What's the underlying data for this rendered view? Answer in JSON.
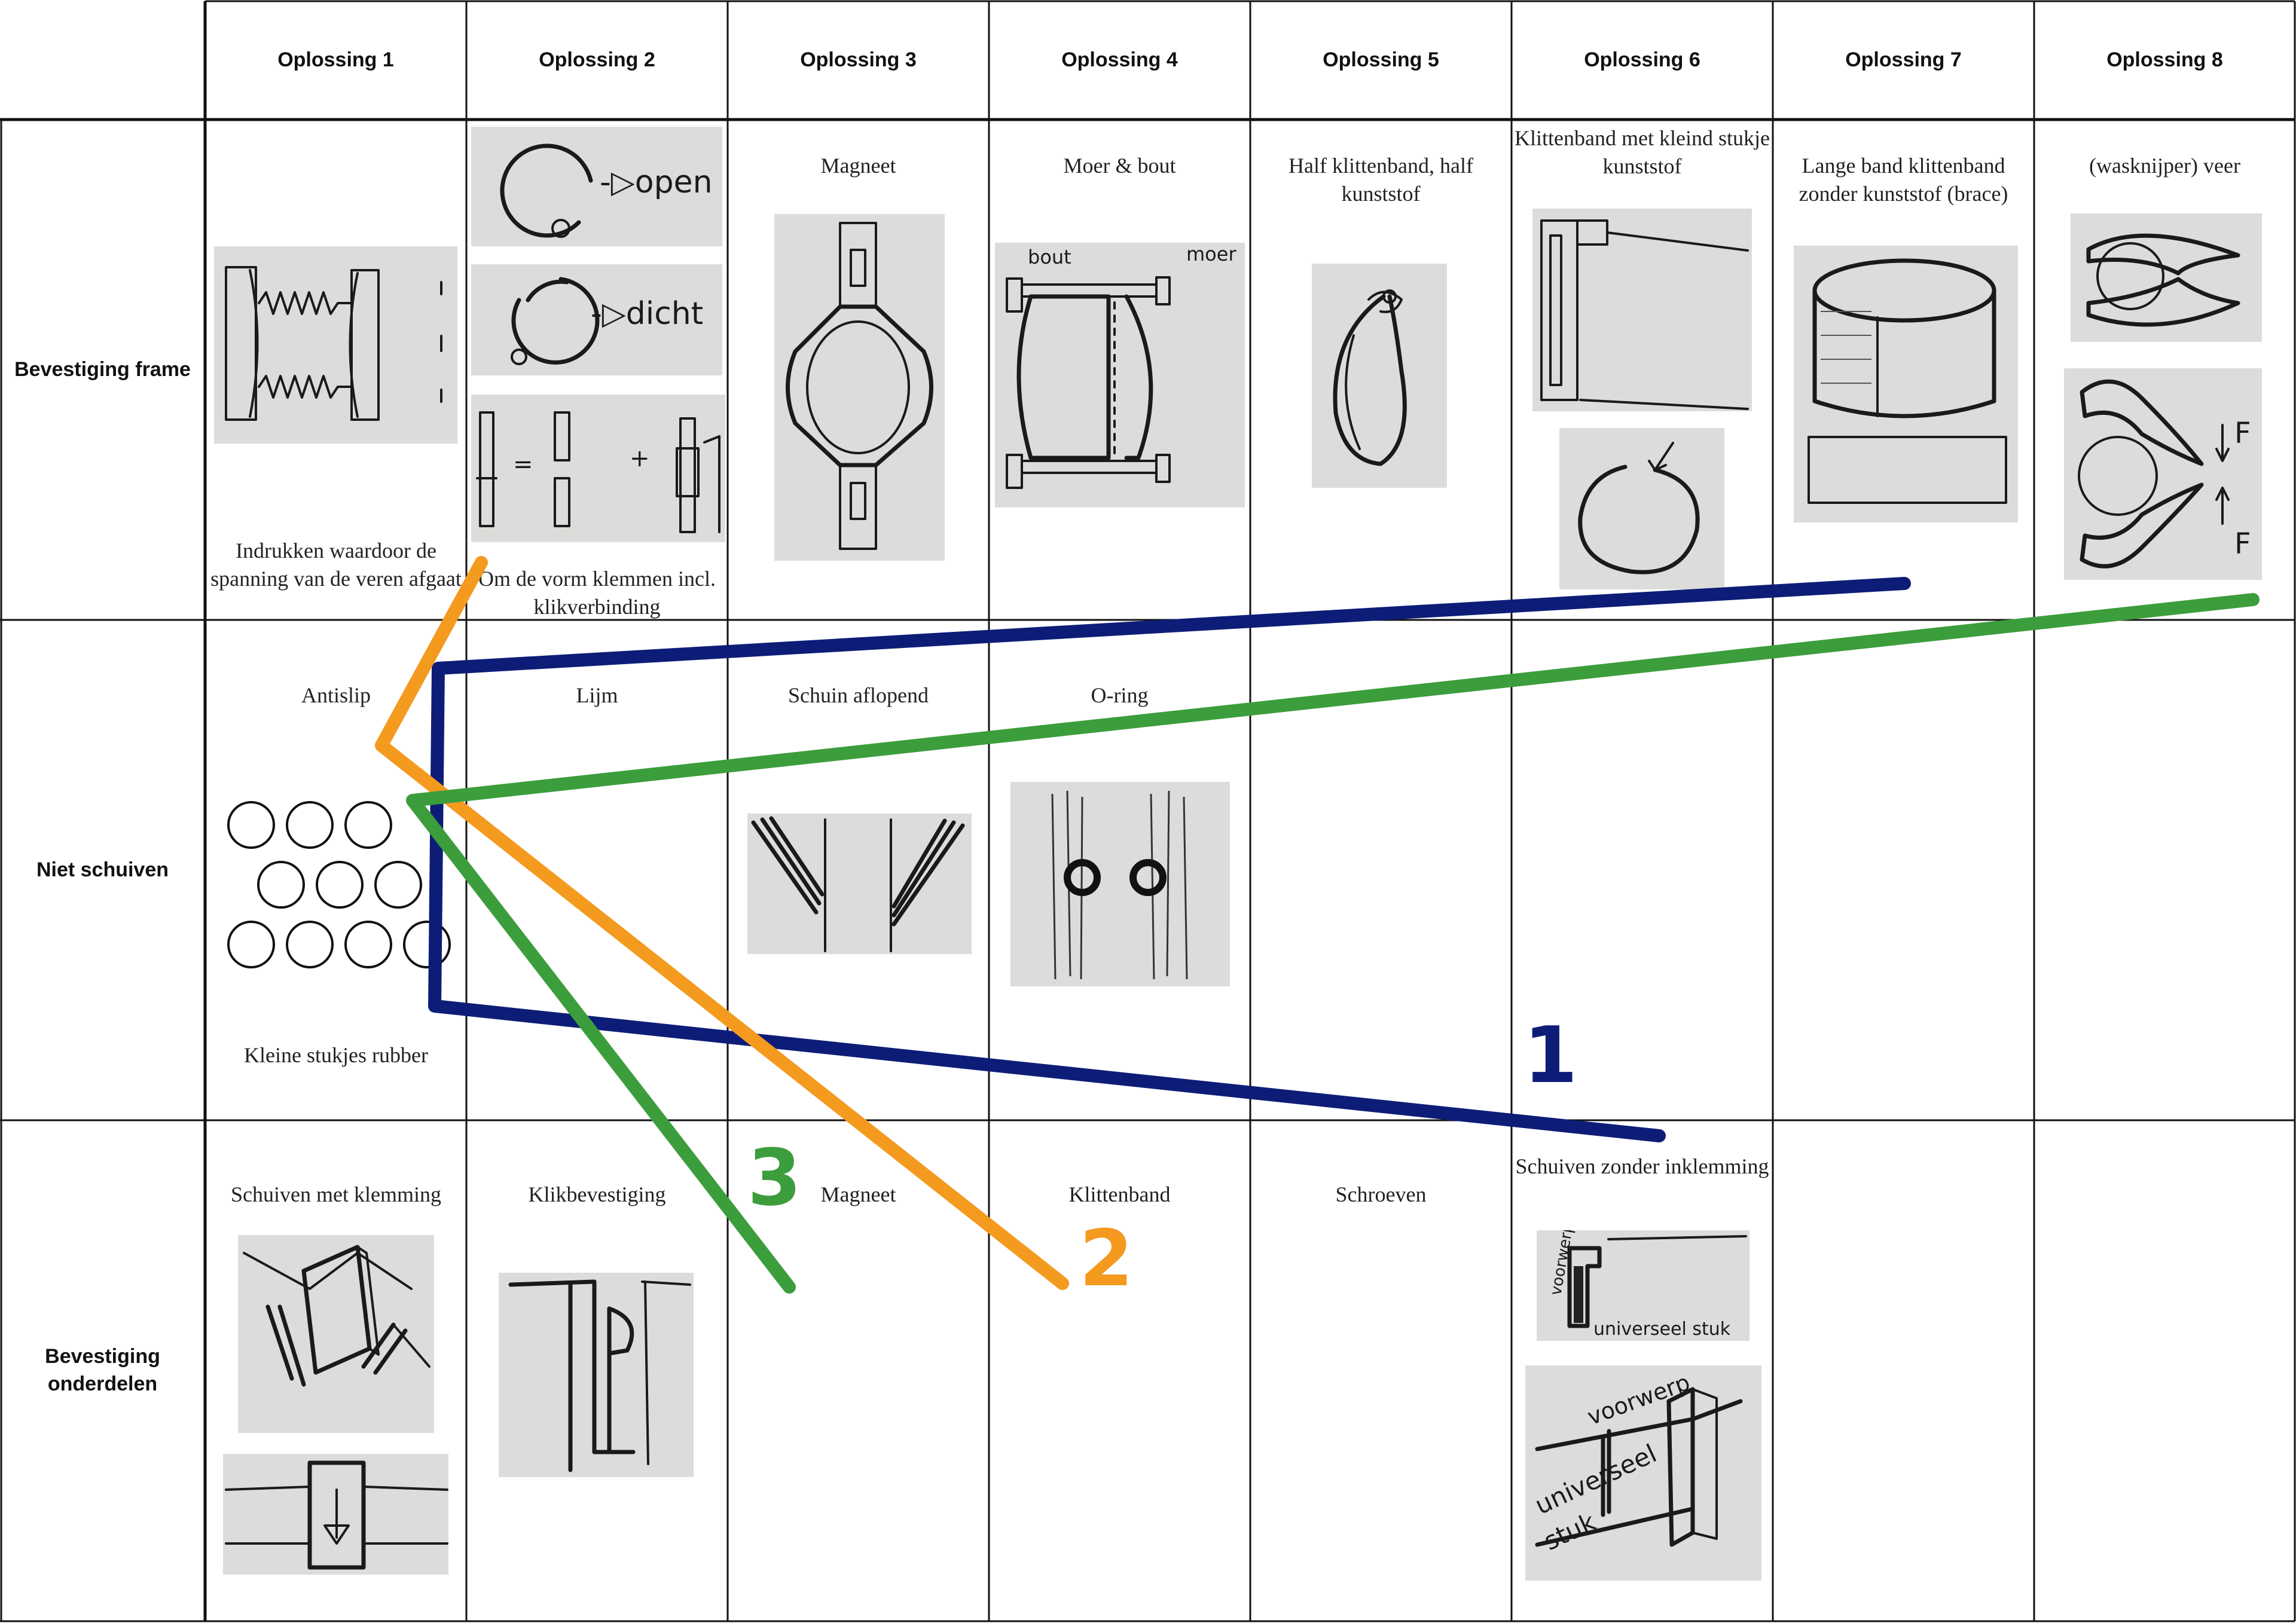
{
  "columns": [
    "Oplossing 1",
    "Oplossing 2",
    "Oplossing 3",
    "Oplossing 4",
    "Oplossing 5",
    "Oplossing 6",
    "Oplossing 7",
    "Oplossing 8"
  ],
  "rows": [
    "Bevestiging frame",
    "Niet schuiven",
    "Bevestiging onderdelen"
  ],
  "cells": {
    "frame": {
      "c1": "Indrukken waardoor de spanning van de veren afgaat",
      "c2": "Om de vorm klemmen incl. klikverbinding",
      "c3": "Magneet",
      "c4": "Moer & bout",
      "c5": "Half klittenband, half kunststof",
      "c6": "Klittenband met kleind stukje kunststof",
      "c7": "Lange band klittenband zonder kunststof (brace)",
      "c8": "(wasknijper) veer"
    },
    "schuiven": {
      "c1_top": "Antislip",
      "c1_bottom": "Kleine stukjes rubber",
      "c2": "Lijm",
      "c3": "Schuin aflopend",
      "c4": "O-ring"
    },
    "onderdelen": {
      "c1": "Schuiven met klemming",
      "c2": "Klikbevestiging",
      "c3": "Magneet",
      "c4": "Klittenband",
      "c5": "Schroeven",
      "c6": "Schuiven zonder inklemming"
    }
  },
  "sketch_labels": {
    "open": "-▷open",
    "dicht": "-▷dicht",
    "bout": "bout",
    "moer": "moer",
    "force_top": "F",
    "force_bottom": "F",
    "voorwerp": "voorwerp",
    "universeel_stuk": "universeel stuk",
    "voorwerp2": "voorwerp",
    "universeel": "universeel",
    "stuk": "stuk"
  },
  "paths": [
    {
      "id": "1",
      "color": "#0d1d77"
    },
    {
      "id": "2",
      "color": "#f39a1f"
    },
    {
      "id": "3",
      "color": "#3c9d3c"
    }
  ],
  "colors": {
    "grid": "#111111",
    "sketch_bg": "#dcdcda"
  }
}
